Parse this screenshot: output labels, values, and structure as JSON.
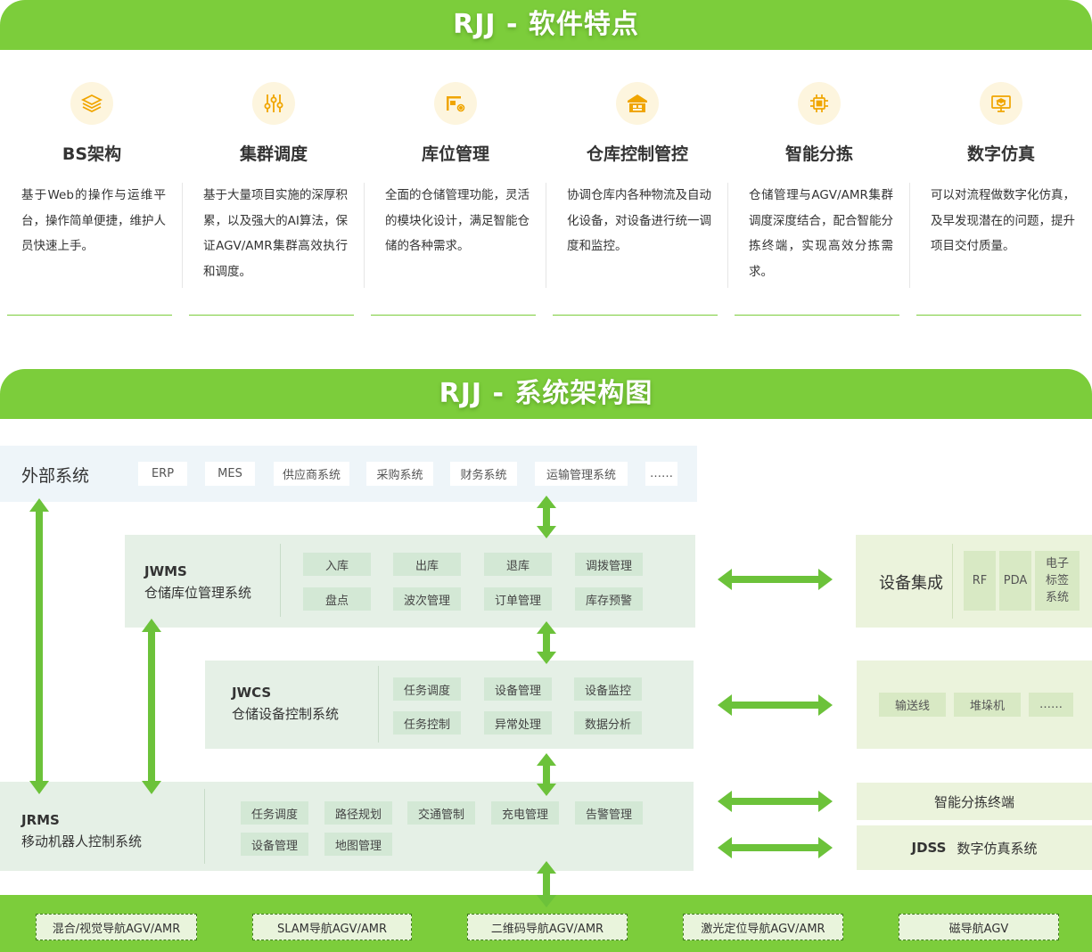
{
  "section1_title": "RJJ - 软件特点",
  "section2_title": "RJJ - 系统架构图",
  "features": [
    {
      "icon": "layers-icon",
      "title": "BS架构",
      "desc": "基于Web的操作与运维平台，操作简单便捷，维护人员快速上手。"
    },
    {
      "icon": "sliders-icon",
      "title": "集群调度",
      "desc": "基于大量项目实施的深厚积累，以及强大的AI算法，保证AGV/AMR集群高效执行和调度。"
    },
    {
      "icon": "shelf-gear-icon",
      "title": "库位管理",
      "desc": "全面的仓储管理功能，灵活的模块化设计，满足智能仓储的各种需求。"
    },
    {
      "icon": "warehouse-icon",
      "title": "仓库控制管控",
      "desc": "协调仓库内各种物流及自动化设备，对设备进行统一调度和监控。"
    },
    {
      "icon": "chip-icon",
      "title": "智能分拣",
      "desc": "仓储管理与AGV/AMR集群调度深度结合，配合智能分拣终端，实现高效分拣需求。"
    },
    {
      "icon": "monitor-icon",
      "title": "数字仿真",
      "desc": "可以对流程做数字化仿真，及早发现潜在的问题，提升项目交付质量。"
    }
  ],
  "external": {
    "label": "外部系统",
    "items": [
      "ERP",
      "MES",
      "供应商系统",
      "采购系统",
      "财务系统",
      "运输管理系统",
      "……"
    ]
  },
  "jwms": {
    "code": "JWMS",
    "name": "仓储库位管理系统",
    "modules": [
      "入库",
      "出库",
      "退库",
      "调拨管理",
      "盘点",
      "波次管理",
      "订单管理",
      "库存预警"
    ]
  },
  "jwcs": {
    "code": "JWCS",
    "name": "仓储设备控制系统",
    "modules": [
      "任务调度",
      "设备管理",
      "设备监控",
      "任务控制",
      "异常处理",
      "数据分析"
    ]
  },
  "jrms": {
    "code": "JRMS",
    "name": "移动机器人控制系统",
    "modules": [
      "任务调度",
      "路径规划",
      "交通管制",
      "充电管理",
      "告警管理",
      "设备管理",
      "地图管理"
    ]
  },
  "devices": {
    "label": "设备集成",
    "items": [
      "RF",
      "PDA",
      "电子\n标签\n系统"
    ],
    "line2": [
      "输送线",
      "堆垛机",
      "……"
    ],
    "sorting": "智能分拣终端",
    "jdss_code": "JDSS",
    "jdss_name": "数字仿真系统"
  },
  "agv_types": [
    "混合/视觉导航AGV/AMR",
    "SLAM导航AGV/AMR",
    "二维码导航AGV/AMR",
    "激光定位导航AGV/AMR",
    "磁导航AGV"
  ],
  "colors": {
    "accent": "#7ccd3b",
    "panel": "#e5f0e6",
    "chip": "#d3e8d5",
    "arrow": "#6cc23a"
  }
}
